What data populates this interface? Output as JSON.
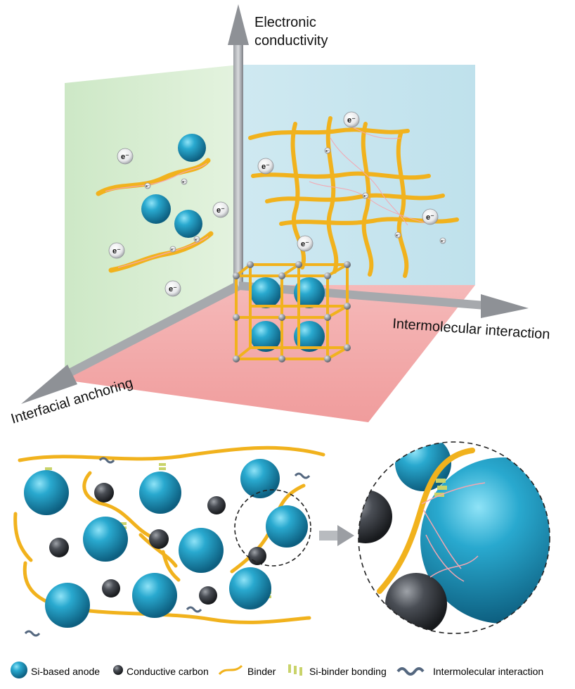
{
  "axes": {
    "vertical": "Electronic\nconductivity",
    "right": "Intermolecular interaction",
    "left": "Interfacial anchoring"
  },
  "electron_symbol": "e⁻",
  "legend": [
    {
      "icon": "si-particle-icon",
      "label": "Si-based anode"
    },
    {
      "icon": "carbon-particle-icon",
      "label": "Conductive carbon"
    },
    {
      "icon": "binder-line-icon",
      "label": "Binder"
    },
    {
      "icon": "si-binder-bonding-icon",
      "label": "Si-binder bonding"
    },
    {
      "icon": "intermolecular-interaction-icon",
      "label": "Intermolecular interaction"
    }
  ],
  "colors": {
    "si": "#1b93b8",
    "carbon": "#3a3d42",
    "binder": "#f1b21d",
    "bonding": "#c9d36a",
    "interaction": "#54677f",
    "wall_left": "#cfe9c8",
    "wall_right": "#c6e6ef",
    "floor": "#f2a7a7"
  }
}
